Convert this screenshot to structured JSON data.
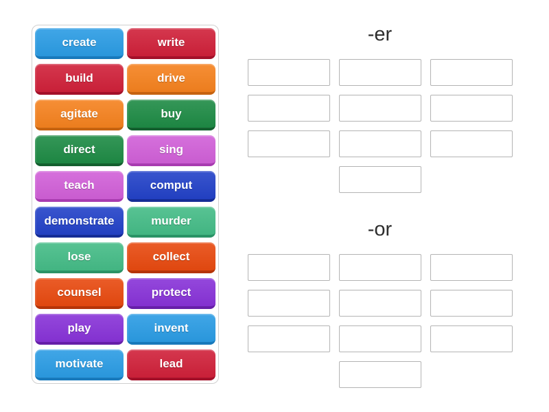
{
  "palette": {
    "blue": {
      "bg": "#2b9ce4",
      "edge": "#1879bb"
    },
    "crimson": {
      "bg": "#d0213a",
      "edge": "#a31029"
    },
    "orange": {
      "bg": "#f5821f",
      "edge": "#c66310"
    },
    "green": {
      "bg": "#1e8b45",
      "edge": "#135f2e"
    },
    "orchid": {
      "bg": "#d160d8",
      "edge": "#a83bb0"
    },
    "royalblue": {
      "bg": "#2342c8",
      "edge": "#152c96"
    },
    "emerald": {
      "bg": "#45bc87",
      "edge": "#2a9366"
    },
    "vermilion": {
      "bg": "#e84a10",
      "edge": "#b53408"
    },
    "purple": {
      "bg": "#8833d8",
      "edge": "#661fa8"
    }
  },
  "word_bank": {
    "tiles": [
      {
        "label": "create",
        "color": "blue"
      },
      {
        "label": "write",
        "color": "crimson"
      },
      {
        "label": "build",
        "color": "crimson"
      },
      {
        "label": "drive",
        "color": "orange"
      },
      {
        "label": "agitate",
        "color": "orange"
      },
      {
        "label": "buy",
        "color": "green"
      },
      {
        "label": "direct",
        "color": "green"
      },
      {
        "label": "sing",
        "color": "orchid"
      },
      {
        "label": "teach",
        "color": "orchid"
      },
      {
        "label": "comput",
        "color": "royalblue"
      },
      {
        "label": "demonstrate",
        "color": "royalblue"
      },
      {
        "label": "murder",
        "color": "emerald"
      },
      {
        "label": "lose",
        "color": "emerald"
      },
      {
        "label": "collect",
        "color": "vermilion"
      },
      {
        "label": "counsel",
        "color": "vermilion"
      },
      {
        "label": "protect",
        "color": "purple"
      },
      {
        "label": "play",
        "color": "purple"
      },
      {
        "label": "invent",
        "color": "blue"
      },
      {
        "label": "motivate",
        "color": "blue"
      },
      {
        "label": "lead",
        "color": "crimson"
      }
    ]
  },
  "groups": [
    {
      "id": "er",
      "title": "-er",
      "slot_count": 10
    },
    {
      "id": "or",
      "title": "-or",
      "slot_count": 10
    }
  ]
}
